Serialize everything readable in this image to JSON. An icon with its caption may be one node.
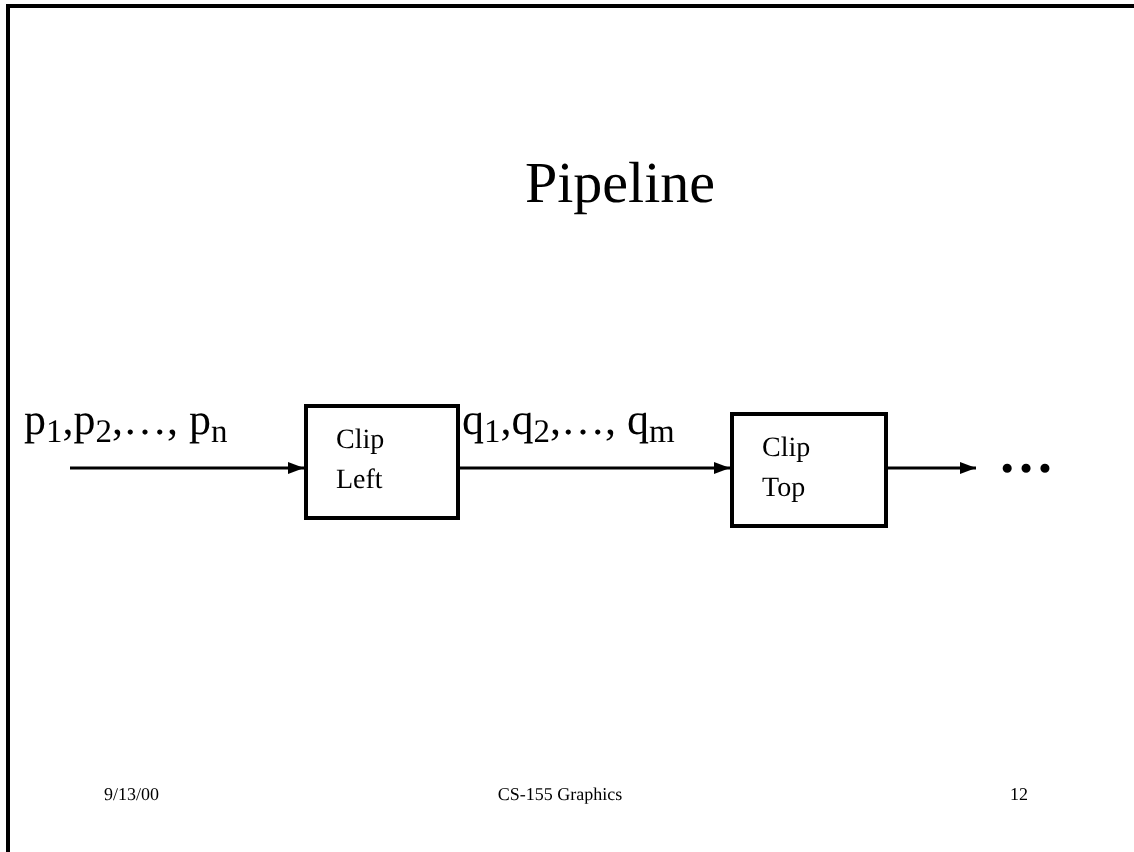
{
  "diagram": {
    "title": "Pipeline",
    "nodes": [
      {
        "text": [
          "Clip Left"
        ]
      },
      {
        "text": [
          "Clip Top"
        ]
      },
      {
        "text": [
          "…"
        ]
      }
    ],
    "edges": [
      {
        "from": null,
        "to": 0,
        "arrow": "to",
        "label": "p$_{1}$,p$_{2}$,…, p$_{n}$"
      },
      {
        "from": 0,
        "to": 1,
        "arrow": "to",
        "label": "q$_{1}$,q$_{2}$,…, q$_{m}$"
      },
      {
        "from": 1,
        "to": 2,
        "arrow": "to"
      }
    ],
    "labels": [
      "9/13/00",
      "CS-155 Graphics",
      "12"
    ]
  }
}
